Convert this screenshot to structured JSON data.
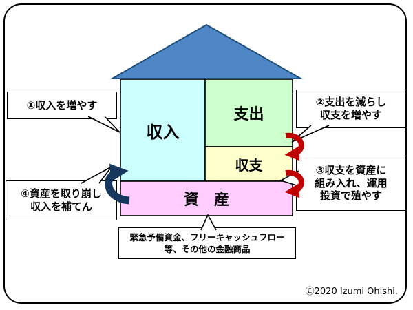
{
  "diagram": {
    "house": {
      "income": "収入",
      "expenses": "支出",
      "balance": "収支",
      "assets": "資　産"
    },
    "callouts": {
      "c1": "①収入を増やす",
      "c2_line1": "②支出を減らし",
      "c2_line2": "収支を増やす",
      "c3_line1": "③収支を資産に",
      "c3_line2": "組み入れ、運用",
      "c3_line3": "投資で殖やす",
      "c4_line1": "④資産を取り崩し",
      "c4_line2": "収入を補てん",
      "note_line1": "緊急予備資金、フリーキャッシュフロー",
      "note_line2": "等、その他の金融商品"
    },
    "copyright": "Ⓒ2020  Izumi Ohishi.",
    "colors": {
      "roof": "#4f86c6",
      "roof_border": "#1f4e79",
      "income": "#ccffff",
      "expenses": "#ccffcc",
      "balance": "#ffffcc",
      "assets": "#ffccff",
      "cell_border": "#000000",
      "arrow_red": "#c00000",
      "arrow_navy": "#17375e"
    }
  }
}
